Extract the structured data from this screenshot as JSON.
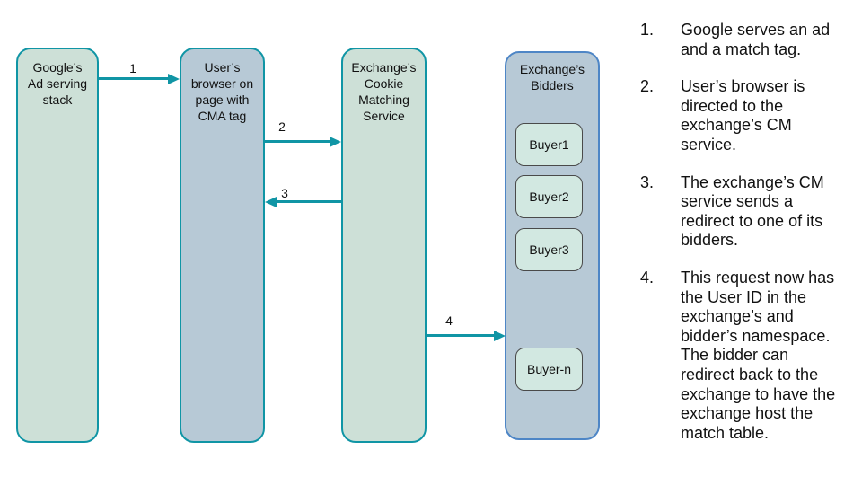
{
  "diagram": {
    "nodes": [
      {
        "id": "google-ad-serving-stack",
        "label": "Google’s\nAd serving\nstack"
      },
      {
        "id": "user-browser",
        "label": "User’s\nbrowser on\npage with\nCMA tag"
      },
      {
        "id": "exchange-cookie-matching-service",
        "label": "Exchange’s\nCookie\nMatching\nService"
      },
      {
        "id": "exchange-bidders",
        "label": "Exchange’s\nBidders"
      }
    ],
    "buyers": [
      "Buyer1",
      "Buyer2",
      "Buyer3",
      "Buyer-n"
    ],
    "arrows": [
      {
        "label": "1",
        "direction": "right",
        "from": "google-ad-serving-stack",
        "to": "user-browser"
      },
      {
        "label": "2",
        "direction": "right",
        "from": "user-browser",
        "to": "exchange-cookie-matching-service"
      },
      {
        "label": "3",
        "direction": "left",
        "from": "exchange-cookie-matching-service",
        "to": "user-browser"
      },
      {
        "label": "4",
        "direction": "right",
        "from": "exchange-cookie-matching-service",
        "to": "exchange-bidders"
      }
    ],
    "colors": {
      "green_node_fill": "#cde0d7",
      "blue_node_fill": "#b7c9d6",
      "teal_border": "#1095a5",
      "bidders_border": "#4e86c6",
      "buyer_fill": "#d2e8e1",
      "buyer_border": "#4a4a4a",
      "arrow": "#1095a5",
      "text": "#111111",
      "background": "#ffffff"
    }
  },
  "steps": {
    "items": [
      {
        "num": "1.",
        "text": "Google serves an ad\nand a match tag."
      },
      {
        "num": "2.",
        "text": "User’s browser is\ndirected to the\nexchange’s CM\nservice."
      },
      {
        "num": "3.",
        "text": "The exchange’s CM\nservice sends a\nredirect to one of its\nbidders."
      },
      {
        "num": "4.",
        "text": "This request now has\nthe User ID in the\nexchange’s and\nbidder’s namespace.\nThe bidder can\nredirect back to the\nexchange to have the\nexchange host the\nmatch table."
      }
    ]
  }
}
